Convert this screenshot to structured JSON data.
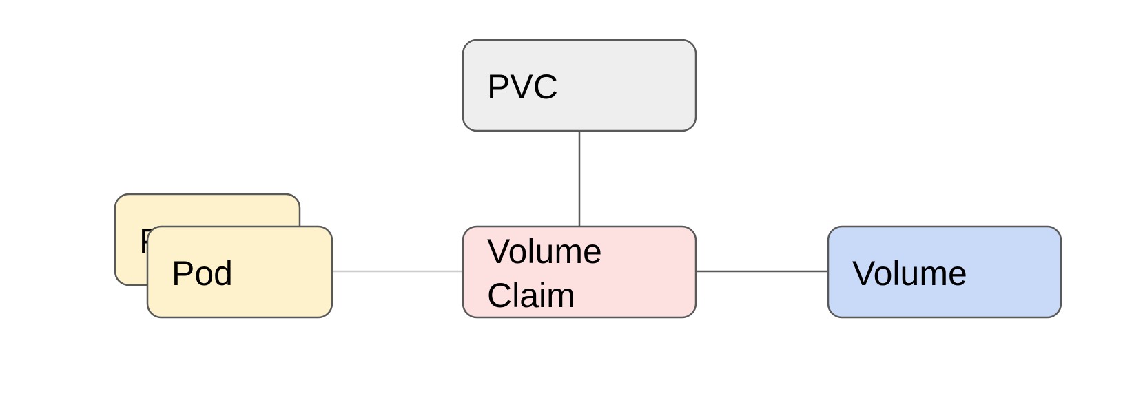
{
  "diagram": {
    "nodes": {
      "pvc": {
        "label": "PVC",
        "fill": "#eeeeee"
      },
      "pod_back": {
        "label": "Pod",
        "fill": "#fef2cc"
      },
      "pod_front": {
        "label": "Pod",
        "fill": "#fef2cc"
      },
      "volume_claim": {
        "line1": "Volume",
        "line2": "Claim",
        "fill": "#fde0e0"
      },
      "volume": {
        "label": "Volume",
        "fill": "#c9daf8"
      }
    },
    "colors": {
      "border": "#595959",
      "connector_dark": "#595959",
      "connector_light": "#cccccc"
    }
  }
}
